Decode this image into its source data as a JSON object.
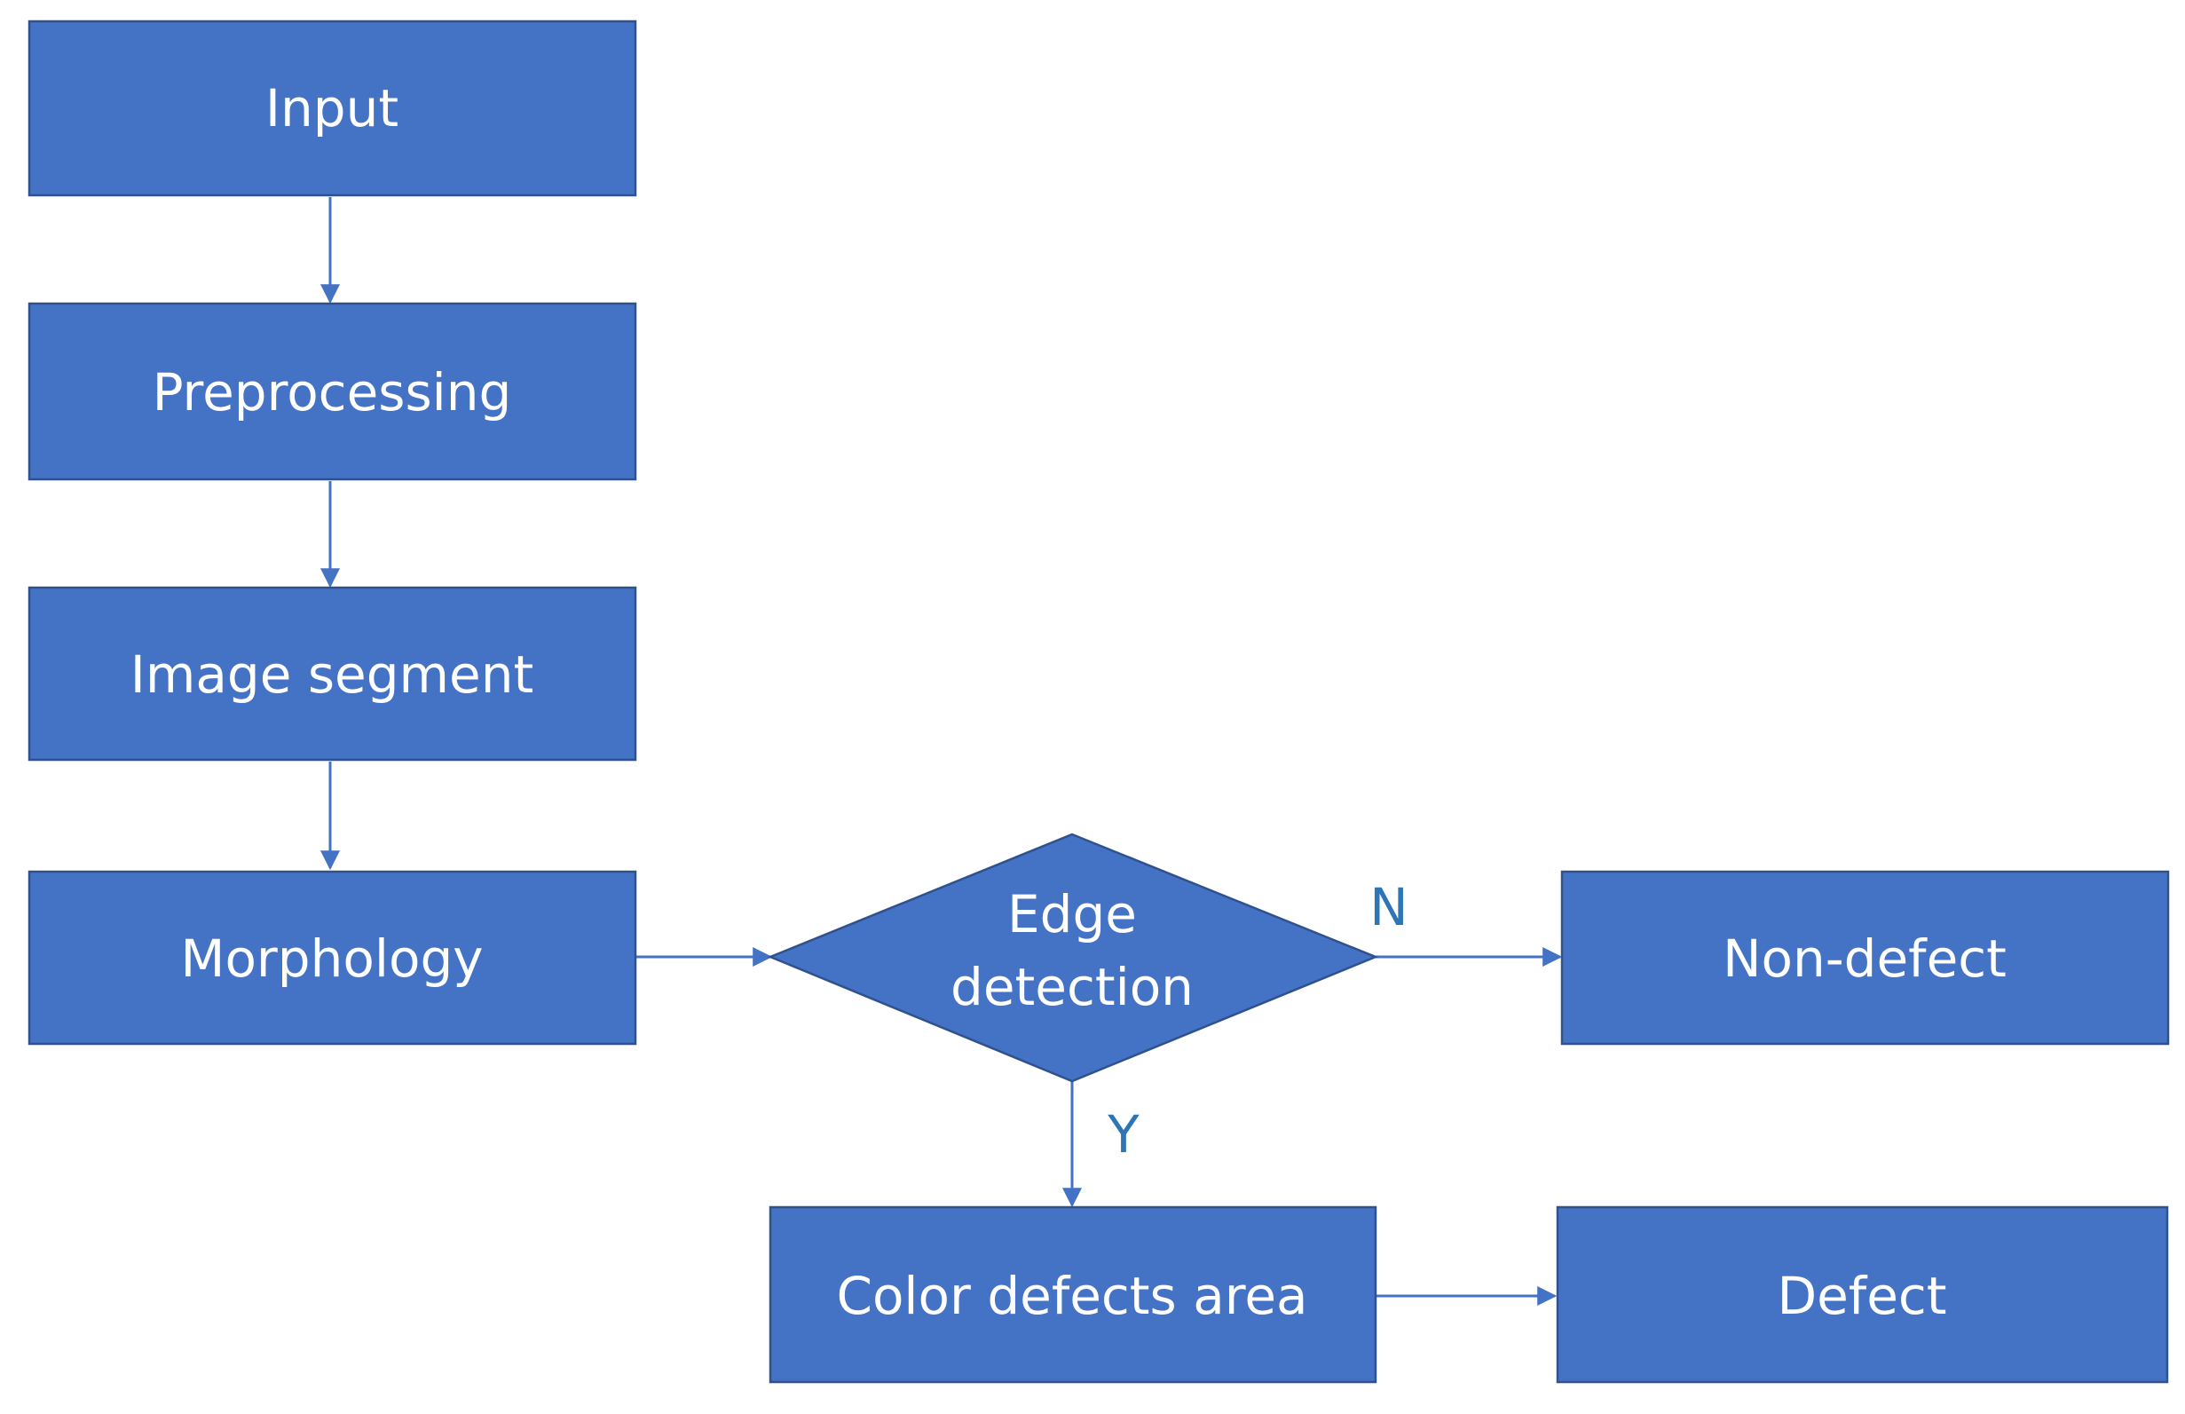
{
  "colors": {
    "node_fill": "#4472C4",
    "node_border": "#2F528F",
    "node_text": "#FFFFFF",
    "edge": "#4472C4",
    "edge_label": "#2E75B6"
  },
  "nodes": {
    "input": {
      "label": "Input"
    },
    "preprocessing": {
      "label": "Preprocessing"
    },
    "image_segment": {
      "label": "Image segment"
    },
    "morphology": {
      "label": "Morphology"
    },
    "edge_detection": {
      "line1": "Edge",
      "line2": "detection"
    },
    "non_defect": {
      "label": "Non-defect"
    },
    "color_defects_area": {
      "label": "Color defects area"
    },
    "defect": {
      "label": "Defect"
    }
  },
  "edges": [
    {
      "from": "Input",
      "to": "Preprocessing"
    },
    {
      "from": "Preprocessing",
      "to": "Image segment"
    },
    {
      "from": "Image segment",
      "to": "Morphology"
    },
    {
      "from": "Morphology",
      "to": "Edge detection"
    },
    {
      "from": "Edge detection",
      "to": "Non-defect",
      "label": "N"
    },
    {
      "from": "Edge detection",
      "to": "Color defects area",
      "label": "Y"
    },
    {
      "from": "Color defects area",
      "to": "Defect"
    }
  ]
}
